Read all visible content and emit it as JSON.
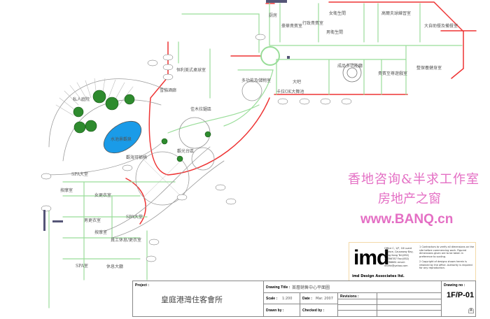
{
  "watermark": {
    "line1": "香地咨询&半求工作室",
    "line2": "房地产之窗",
    "line3": "www.BANQ.cn"
  },
  "rooms": [
    "厨房",
    "豪華貴賓室",
    "行政貴賓室",
    "女衛生間",
    "男衛生間",
    "高爾夫球練習室",
    "大自助餐及備餐室",
    "整保養健身室",
    "貴賓至尊遊戲室",
    "成品多功能廳",
    "大吧",
    "卡拉OK大舞池",
    "恒利美式桌球室",
    "多功能及儲物室",
    "雪茄酒廊",
    "佳木拉鋸區",
    "私人庭院",
    "水池景觀泉",
    "觀海可躺椅",
    "觀光台區",
    "SPA大堂",
    "按摩室",
    "女更衣室",
    "男更衣室",
    "SPA大堂",
    "按摩室",
    "員工休息/更衣室",
    "SPA室",
    "休息大廳"
  ],
  "firm": {
    "logo": "imd",
    "name": "imd Design Associates ltd.",
    "address": "Office C, 1/F, 18 Luard Terrace, Causeway Bay, Hong Kong  Tel:(852) 21786787  Fax:(852) 21786881  email: imdhk@yahoo.com",
    "note1": "1  Contractors to verify all dimensions on the site before commencing work. Figured dimensions given are to be taken in preference to scaling.",
    "note2": "2  Copyright of designs shown herein is retained by the office. Authority is required for any reproduction."
  },
  "title_block": {
    "project_label": "Project :",
    "project_value": "皇庭港灣住客會所",
    "drawing_title_label": "Drawing Title :",
    "drawing_title_value": "首層銷售中心平面圖",
    "scale_label": "Scale :",
    "scale_value": "1:200",
    "date_label": "Date :",
    "date_value": "Mar. 2007",
    "revisions_label": "Revisions :",
    "drawn_by_label": "Drawn by :",
    "checked_by_label": "Checked by :",
    "drawing_no_label": "Drawing no :",
    "drawing_no_value": "1F/P-01",
    "revision_mark": "A"
  }
}
